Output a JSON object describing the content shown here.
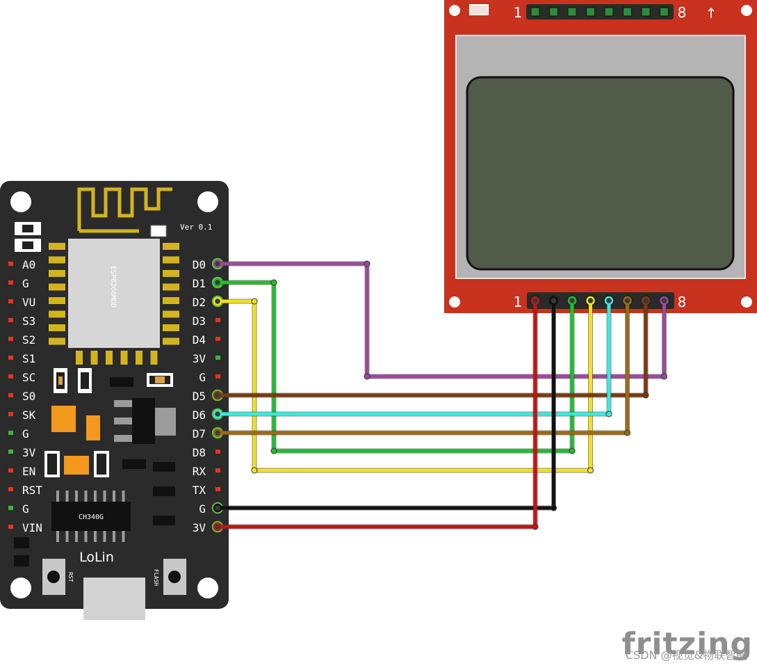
{
  "board": {
    "logo": "LoLin",
    "version": "Ver 0.1",
    "module_label": "ESP8266MOD",
    "usb_chip_label": "CH340G",
    "rst_button_label": "RST",
    "flash_button_label": "FLASH",
    "left_pins": [
      "A0",
      "G",
      "VU",
      "S3",
      "S2",
      "S1",
      "SC",
      "S0",
      "SK",
      "G",
      "3V",
      "EN",
      "RST",
      "G",
      "VIN"
    ],
    "right_pins": [
      "D0",
      "D1",
      "D2",
      "D3",
      "D4",
      "3V",
      "G",
      "D5",
      "D6",
      "D7",
      "D8",
      "RX",
      "TX",
      "G",
      "3V"
    ]
  },
  "lcd": {
    "top_pin_first": "1",
    "top_pin_last": "8",
    "bottom_pin_first": "1",
    "bottom_pin_last": "8",
    "orientation_mark": "↑"
  },
  "wires": [
    {
      "from_pin": "D0",
      "lcd_pin": 8,
      "color": "#9b4a9b"
    },
    {
      "from_pin": "D1",
      "lcd_pin": 3,
      "color": "#1fbf2f"
    },
    {
      "from_pin": "D2",
      "lcd_pin": 4,
      "color": "#f2e21d"
    },
    {
      "from_pin": "D5",
      "lcd_pin": 7,
      "color": "#7a3a0e"
    },
    {
      "from_pin": "D6",
      "lcd_pin": 5,
      "color": "#3de8e0"
    },
    {
      "from_pin": "D7",
      "lcd_pin": 6,
      "color": "#9b6b12"
    },
    {
      "from_pin": "G",
      "lcd_pin": 2,
      "color": "#111111"
    },
    {
      "from_pin": "3V",
      "lcd_pin": 1,
      "color": "#c91212"
    }
  ],
  "watermark": {
    "brand": "fritzing",
    "credit": "CSDN @视觉&物联智能"
  },
  "colors": {
    "board": "#2b2b2b",
    "lcd_pcb": "#c8321e",
    "lcd_frame": "#b4b4b4",
    "lcd_screen": "#525b4a",
    "pin_red": "#e8321e",
    "pin_green": "#3cb43c"
  }
}
